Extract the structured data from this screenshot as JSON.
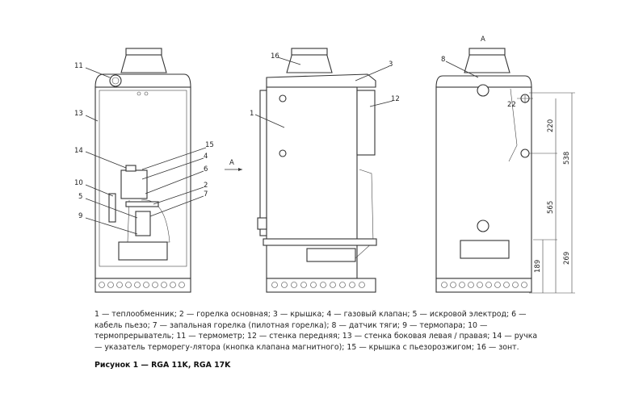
{
  "figure": {
    "legend_text": "1 — теплообменник; 2 — горелка основная; 3 — крышка; 4 — газовый клапан; 5 — искровой электрод; 6 — кабель пьезо; 7 — запальная горелка (пилотная горелка); 8 — датчик тяги; 9 — термопара; 10 — термопрерыватель; 11 — термометр; 12 — стенка передняя; 13 — стенка боковая левая / правая; 14 — ручка — указатель терморегу-лятора (кнопка клапана магнитного); 15 — крышка с пьезорозжигом; 16 — зонт.",
    "title": "Рисунок 1 — RGA 11K, RGA 17K"
  },
  "callouts": {
    "front": [
      "11",
      "13",
      "14",
      "15",
      "4",
      "6",
      "2",
      "7",
      "10",
      "5",
      "9"
    ],
    "side": [
      "16",
      "3",
      "1",
      "12"
    ],
    "view_arrow": "A",
    "rear_view": "A",
    "rear": [
      "8"
    ]
  },
  "dimensions": [
    "22",
    "220",
    "538",
    "565",
    "269",
    "189"
  ]
}
